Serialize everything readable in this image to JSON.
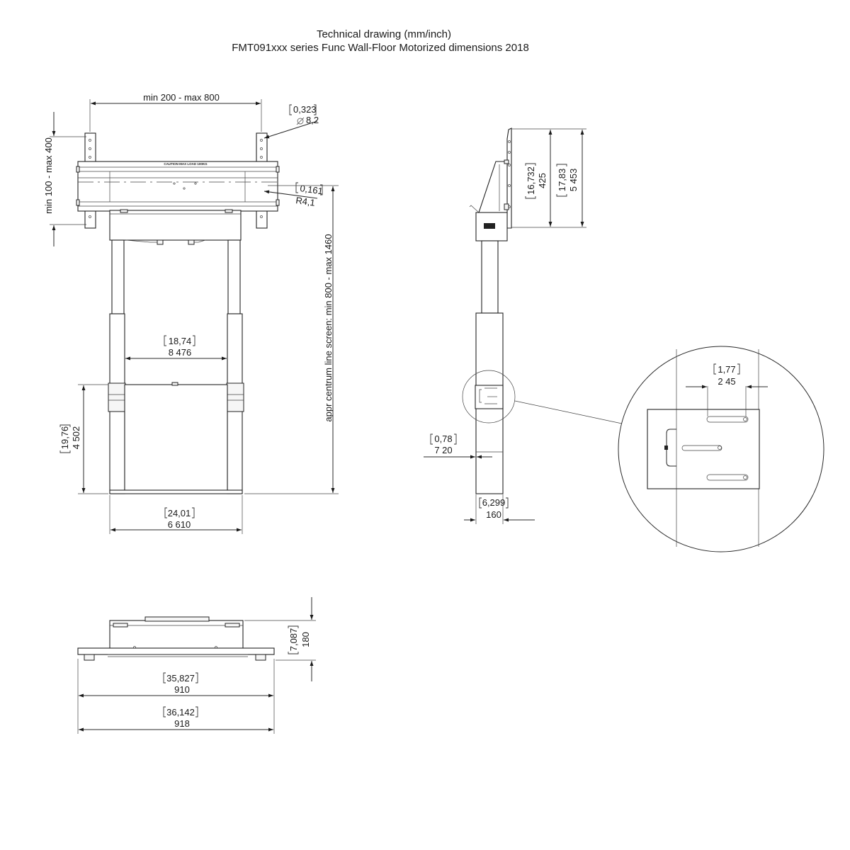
{
  "title": {
    "line1": "Technical drawing (mm/inch)",
    "line2": "FMT091xxx series Func Wall-Floor Motorized dimensions 2018"
  },
  "front_view": {
    "plate_label": "CAUTION MAX LOAD 100KG",
    "dim_width_range": "min 200 - max 800",
    "dim_height_range": "min 100 - max 400",
    "hole_inch": "0,323",
    "hole_mm": "8,2",
    "slot_inch": "0,161",
    "slot_mm": "R4,1",
    "column_gap_inch": "18,74",
    "column_gap_mm": "8 476",
    "box_height_inch": "19,76",
    "box_height_mm": "4 502",
    "base_width_inch": "24,01",
    "base_width_mm": "6 610",
    "centrum_range": "appr centrum line screen: min 800 - max 1460"
  },
  "side_view": {
    "bracket_depth_inch": "16,732",
    "bracket_depth_mm": "425",
    "total_depth_inch": "17,83",
    "total_depth_mm": "5 453",
    "wall_gap_inch": "0,78",
    "wall_gap_mm": "7 20",
    "foot_inch": "6,299",
    "foot_mm": "160"
  },
  "detail_view": {
    "slot_spacing_inch": "1,77",
    "slot_spacing_mm": "2 45"
  },
  "top_view": {
    "depth_inch": "7,087",
    "depth_mm": "180",
    "inner_width_inch": "35,827",
    "inner_width_mm": "910",
    "outer_width_inch": "36,142",
    "outer_width_mm": "918"
  }
}
